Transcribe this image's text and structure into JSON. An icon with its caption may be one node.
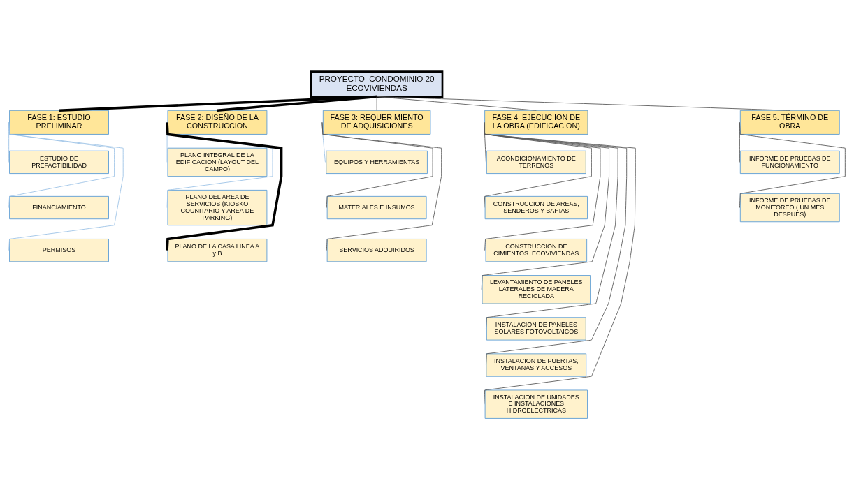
{
  "diagram": {
    "nodes": [
      {
        "text": [
          "PROYECTO  CONDOMINIO 20 ECOVIVIENDAS"
        ]
      },
      {
        "text": [
          "FASE 1: ESTUDIO PRELIMINAR"
        ]
      },
      {
        "text": [
          "FASE 2: DISEÑO DE LA CONSTRUCCION"
        ]
      },
      {
        "text": [
          "FASE 3: REQUERIMIENTO DE ADQUISICIONES"
        ]
      },
      {
        "text": [
          "FASE 4. EJECUCIION DE LA OBRA (EDIFICACION)"
        ]
      },
      {
        "text": [
          "FASE 5. TÉRMINO DE OBRA"
        ]
      },
      {
        "text": [
          "ESTUDIO DE PREFACTIBILIDAD"
        ]
      },
      {
        "text": [
          "FINANCIAMIENTO"
        ]
      },
      {
        "text": [
          "PERMISOS"
        ]
      },
      {
        "text": [
          "PLANO INTEGRAL DE LA EDIFICACION (LAYOUT DEL CAMPO)"
        ]
      },
      {
        "text": [
          "PLANO DEL AREA DE SERVICIOS (KIOSKO COUNITARIO Y AREA DE PARKING)"
        ]
      },
      {
        "text": [
          "PLANO DE LA CASA LINEA A y B"
        ]
      },
      {
        "text": [
          "EQUIPOS Y HERRAMIENTAS"
        ]
      },
      {
        "text": [
          "MATERIALES E INSUMOS"
        ]
      },
      {
        "text": [
          "SERVICIOS ADQUIRIDOS"
        ]
      },
      {
        "text": [
          "ACONDICIONAMIENTO DE TERRENOS"
        ]
      },
      {
        "text": [
          "CONSTRUCCION DE AREAS, SENDEROS Y BAHIAS"
        ]
      },
      {
        "text": [
          "CONSTRUCCION DE CIMIENTOS  ECOVIVIENDAS"
        ]
      },
      {
        "text": [
          "LEVANTAMIENTO DE PANELES LATERALES DE MADERA RECICLADA"
        ]
      },
      {
        "text": [
          "INSTALACION DE PANELES SOLARES FOTOVOLTAICOS"
        ]
      },
      {
        "text": [
          "INSTALACION DE PUERTAS, VENTANAS Y ACCESOS"
        ]
      },
      {
        "text": [
          "INSTALACION DE UNIDADES E INSTALACIONES HIDROELECTRICAS"
        ]
      },
      {
        "text": [
          "INFORME DE PRUEBAS DE FUNCIONAMIENTO"
        ]
      },
      {
        "text": [
          "INFORME DE PRUEBAS DE MONITOREO ( UN MES DESPUES)"
        ]
      }
    ],
    "edges": [
      {
        "from": 0,
        "to": 1,
        "arrow": "none",
        "style": "thick",
        "color": "#000000"
      },
      {
        "from": 0,
        "to": 2,
        "arrow": "none",
        "style": "thick",
        "color": "#000000"
      },
      {
        "from": 0,
        "to": 3,
        "arrow": "none"
      },
      {
        "from": 0,
        "to": 4,
        "arrow": "none"
      },
      {
        "from": 0,
        "to": 5,
        "arrow": "none"
      },
      {
        "from": 1,
        "to": 6,
        "arrow": "none",
        "color": "#9dc3e6"
      },
      {
        "from": 1,
        "to": 7,
        "arrow": "none",
        "color": "#9dc3e6"
      },
      {
        "from": 1,
        "to": 8,
        "arrow": "none",
        "color": "#9dc3e6"
      },
      {
        "from": 2,
        "to": 9,
        "arrow": "none",
        "color": "#9dc3e6"
      },
      {
        "from": 2,
        "to": 10,
        "arrow": "none",
        "color": "#9dc3e6"
      },
      {
        "from": 2,
        "to": 11,
        "arrow": "none",
        "style": "thick",
        "color": "#000000"
      },
      {
        "from": 3,
        "to": 12,
        "arrow": "none",
        "color": "#9dc3e6"
      },
      {
        "from": 3,
        "to": 13,
        "arrow": "none"
      },
      {
        "from": 3,
        "to": 14,
        "arrow": "none"
      },
      {
        "from": 4,
        "to": 15,
        "arrow": "none"
      },
      {
        "from": 4,
        "to": 16,
        "arrow": "none"
      },
      {
        "from": 4,
        "to": 17,
        "arrow": "none"
      },
      {
        "from": 4,
        "to": 18,
        "arrow": "none"
      },
      {
        "from": 4,
        "to": 19,
        "arrow": "none"
      },
      {
        "from": 4,
        "to": 20,
        "arrow": "none"
      },
      {
        "from": 4,
        "to": 21,
        "arrow": "none"
      },
      {
        "from": 5,
        "to": 22,
        "arrow": "none"
      },
      {
        "from": 5,
        "to": 23,
        "arrow": "none"
      }
    ]
  }
}
